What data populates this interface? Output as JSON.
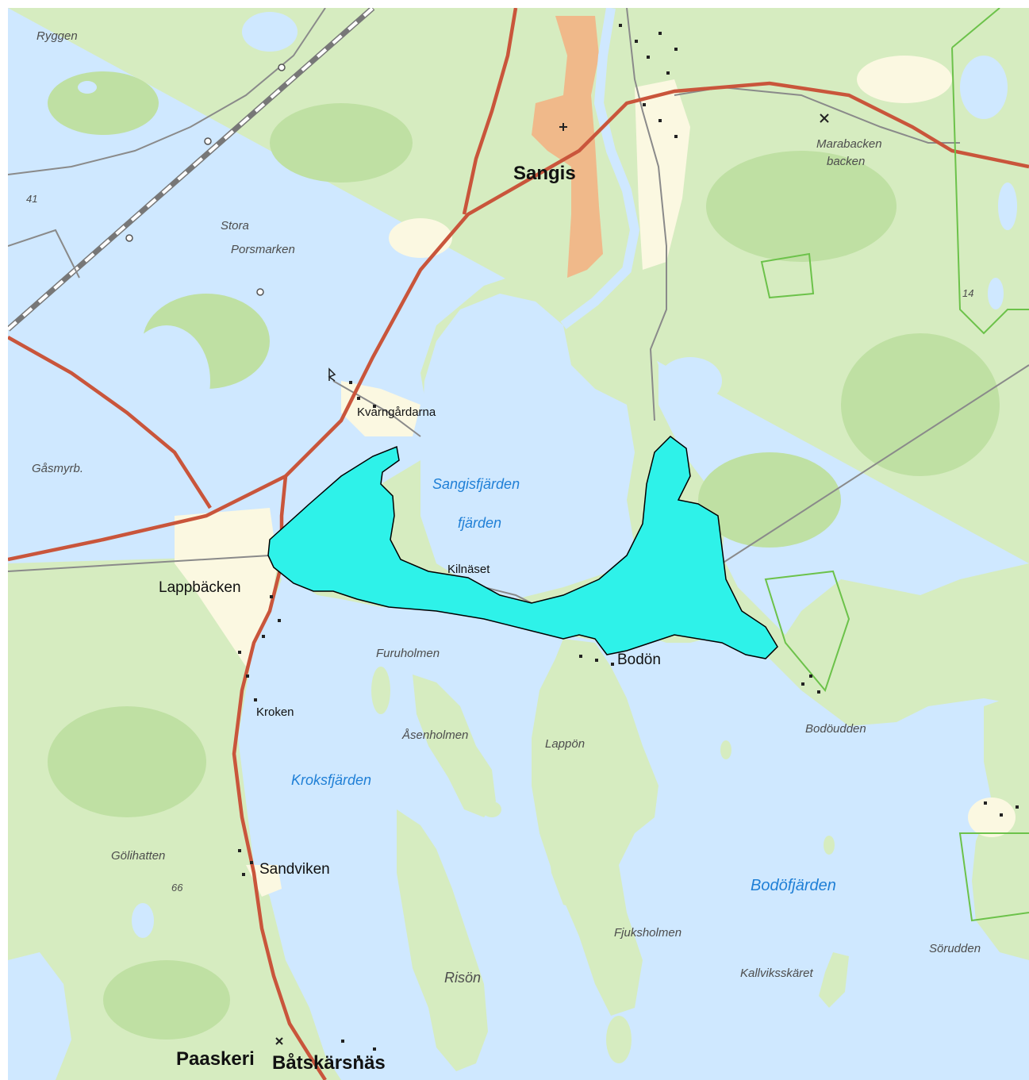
{
  "map": {
    "colors": {
      "water": "#cfe8ff",
      "land": "#d6ecc0",
      "forest": "#bfe0a3",
      "open_field": "#fbf8e1",
      "urban": "#f0b98a",
      "main_road": "#c9553b",
      "highlight_area": "#2ef2e9",
      "boundary": "#6cc24a"
    },
    "places": {
      "sangis": "Sangis",
      "lappbacken": "Lappbäcken",
      "bodon": "Bodön",
      "paaskeri": "Paaskeri",
      "batskarsnas": "Båtskärsnäs",
      "kvarngardarna": "Kvarngårdarna",
      "kilnaset": "Kilnäset",
      "kroken": "Kroken",
      "sandviken": "Sandviken"
    },
    "water_names": {
      "sangisfjarden": "Sangisfjärden",
      "fjarden": "fjärden",
      "kroksfjarden": "Kroksfjärden",
      "bodofjarden": "Bodöfjärden"
    },
    "terrain_names": {
      "ryggen": "Ryggen",
      "stora": "Stora",
      "porsmarken": "Porsmarken",
      "gasmyrb": "Gåsmyrb.",
      "golihatten": "Gölihatten",
      "marabacken": "Marabacken",
      "backen": "backen",
      "furuholmen": "Furuholmen",
      "asenholmen": "Åsenholmen",
      "lappon": "Lappön",
      "bodoudden": "Bodöudden",
      "fjuksholmen": "Fjuksholmen",
      "rison": "Risön",
      "kallviksskaret": "Kallviksskäret",
      "sorudden": "Sörudden"
    },
    "elevations": {
      "e41": "41",
      "e66": "66",
      "e14": "14"
    },
    "icons": [
      "church-icon",
      "lookout-tower-icon",
      "landmark-marker-icon",
      "peak-marker-icon"
    ]
  }
}
